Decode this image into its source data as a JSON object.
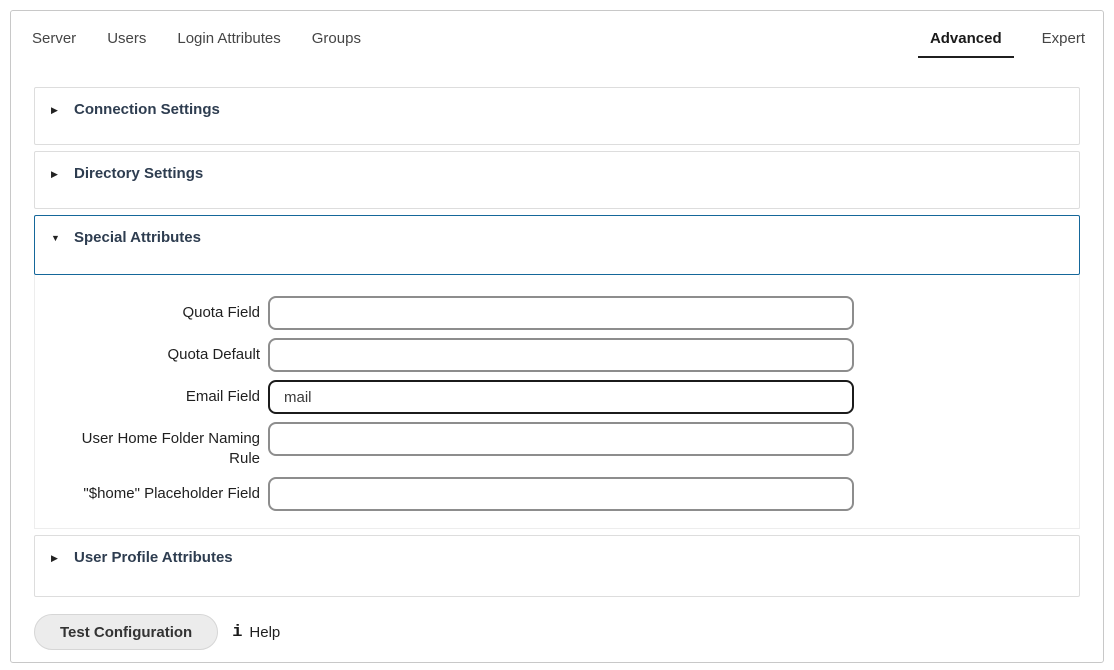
{
  "tabs": {
    "left": [
      {
        "label": "Server"
      },
      {
        "label": "Users"
      },
      {
        "label": "Login Attributes"
      },
      {
        "label": "Groups"
      }
    ],
    "right": [
      {
        "label": "Advanced",
        "active": true
      },
      {
        "label": "Expert",
        "active": false
      }
    ]
  },
  "sections": [
    {
      "title": "Connection Settings",
      "expanded": false
    },
    {
      "title": "Directory Settings",
      "expanded": false
    },
    {
      "title": "Special Attributes",
      "expanded": true
    },
    {
      "title": "User Profile Attributes",
      "expanded": false
    }
  ],
  "form": {
    "fields": [
      {
        "label": "Quota Field",
        "value": "",
        "focused": false
      },
      {
        "label": "Quota Default",
        "value": "",
        "focused": false
      },
      {
        "label": "Email Field",
        "value": "mail",
        "focused": true
      },
      {
        "label": "User Home Folder Naming Rule",
        "value": "",
        "focused": false
      },
      {
        "label": "\"$home\" Placeholder Field",
        "value": "",
        "focused": false
      }
    ]
  },
  "footer": {
    "test_button": "Test Configuration",
    "help_label": "Help"
  },
  "icons": {
    "collapsed_marker": "▶",
    "expanded_marker": "▼",
    "info": "i"
  },
  "colors": {
    "accent_border": "#15679a",
    "active_tab_underline": "#1f1f1f",
    "section_title": "#2e3d50",
    "input_border": "#8d8d8d",
    "input_border_focused": "#1b1b1b"
  }
}
